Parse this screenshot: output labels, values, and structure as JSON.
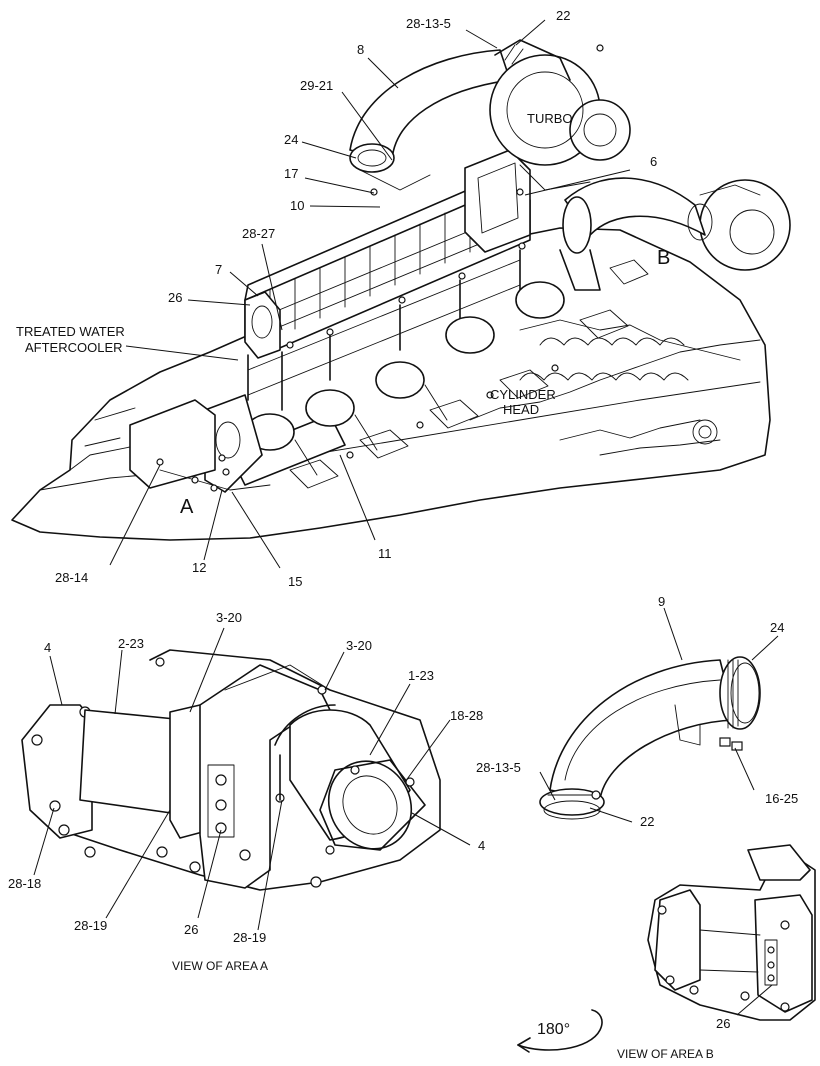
{
  "callouts": {
    "top_28_13_5": "28-13-5",
    "top_22": "22",
    "top_8": "8",
    "top_29_21": "29-21",
    "top_24": "24",
    "top_17": "17",
    "top_10": "10",
    "top_6": "6",
    "top_28_27": "28-27",
    "top_7": "7",
    "top_26": "26",
    "top_28_14": "28-14",
    "top_12": "12",
    "top_15": "15",
    "top_11": "11",
    "a_4_left": "4",
    "a_2_23": "2-23",
    "a_3_20_left": "3-20",
    "a_3_20_right": "3-20",
    "a_1_23": "1-23",
    "a_18_28": "18-28",
    "a_4_right": "4",
    "a_28_18": "28-18",
    "a_28_19_left": "28-19",
    "a_26": "26",
    "a_28_19_right": "28-19",
    "b_9": "9",
    "b_24": "24",
    "b_28_13_5": "28-13-5",
    "b_16_25": "16-25",
    "b_22": "22",
    "b_26": "26"
  },
  "labels": {
    "turbo": "TURBO",
    "treated_water_line1": "TREATED WATER",
    "treated_water_line2": "AFTERCOOLER",
    "cylinder_head_line1": "CYLINDER",
    "cylinder_head_line2": "HEAD",
    "area_a_marker": "A",
    "area_b_marker": "B",
    "rotation": "180°"
  },
  "captions": {
    "view_a": "VIEW OF AREA  A",
    "view_b": "VIEW OF AREA  B"
  }
}
